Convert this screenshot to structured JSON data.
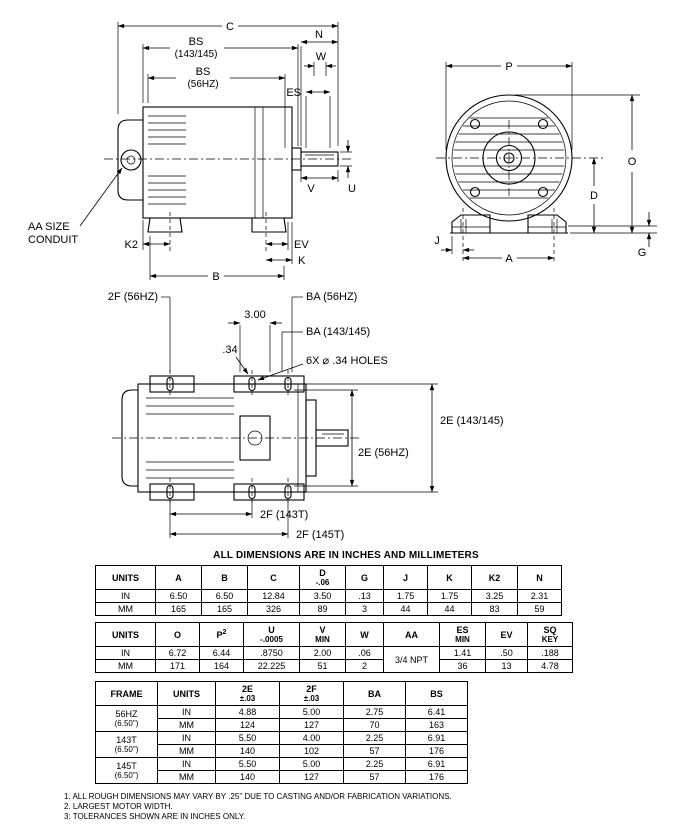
{
  "title": "ALL DIMENSIONS ARE IN INCHES AND MILLIMETERS",
  "drawing": {
    "side": {
      "c": "C",
      "bs1a": "BS",
      "bs1b": "(143/145)",
      "bs2a": "BS",
      "bs2b": "(56HZ)",
      "n": "N",
      "w": "W",
      "es": "ES",
      "v": "V",
      "u": "U",
      "aa1": "AA SIZE",
      "aa2": "CONDUIT",
      "k2": "K2",
      "ev": "EV",
      "k": "K",
      "b": "B"
    },
    "front": {
      "p": "P",
      "o": "O",
      "d": "D",
      "j": "J",
      "a": "A",
      "g": "G"
    },
    "bottom": {
      "f56": "2F (56HZ)",
      "ba56": "BA (56HZ)",
      "dim300": "3.00",
      "ba143": "BA (143/145)",
      "dim34": ".34",
      "holes": "6X ⌀ .34 HOLES",
      "e143": "2E (143/145)",
      "e56": "2E (56HZ)",
      "f143": "2F (143T)",
      "f145": "2F (145T)"
    }
  },
  "t1": {
    "headers": {
      "units": "UNITS",
      "a": "A",
      "b": "B",
      "c": "C",
      "d1": "D",
      "d2": "-.06",
      "g": "G",
      "j": "J",
      "k": "K",
      "k2": "K2",
      "n": "N"
    },
    "rows": [
      [
        "IN",
        "6.50",
        "6.50",
        "12.84",
        "3.50",
        ".13",
        "1.75",
        "1.75",
        "3.25",
        "2.31"
      ],
      [
        "MM",
        "165",
        "165",
        "326",
        "89",
        "3",
        "44",
        "44",
        "83",
        "59"
      ]
    ]
  },
  "t2": {
    "headers": {
      "units": "UNITS",
      "o": "O",
      "p": "P",
      "psup": "2",
      "u1": "U",
      "u2": "-.0005",
      "v1": "V",
      "v2": "MIN",
      "w": "W",
      "aa": "AA",
      "es1": "ES",
      "es2": "MIN",
      "ev": "EV",
      "sq1": "SQ",
      "sq2": "KEY"
    },
    "aa_value": "3/4 NPT",
    "rows": [
      [
        "IN",
        "6.72",
        "6.44",
        ".8750",
        "2.00",
        ".06",
        "1.41",
        ".50",
        ".188"
      ],
      [
        "MM",
        "171",
        "164",
        "22.225",
        "51",
        "2",
        "36",
        "13",
        "4.78"
      ]
    ]
  },
  "t3": {
    "headers": {
      "frame": "FRAME",
      "units": "UNITS",
      "e1": "2E",
      "e2": "±.03",
      "f1": "2F",
      "f2": "±.03",
      "ba": "BA",
      "bs": "BS"
    },
    "groups": [
      {
        "name": "56HZ",
        "size": "(6.50\")",
        "rows": [
          [
            "IN",
            "4.88",
            "5.00",
            "2.75",
            "6.41"
          ],
          [
            "MM",
            "124",
            "127",
            "70",
            "163"
          ]
        ]
      },
      {
        "name": "143T",
        "size": "(6.50\")",
        "rows": [
          [
            "IN",
            "5.50",
            "4.00",
            "2.25",
            "6.91"
          ],
          [
            "MM",
            "140",
            "102",
            "57",
            "176"
          ]
        ]
      },
      {
        "name": "145T",
        "size": "(6.50\")",
        "rows": [
          [
            "IN",
            "5.50",
            "5.00",
            "2.25",
            "6.91"
          ],
          [
            "MM",
            "140",
            "127",
            "57",
            "176"
          ]
        ]
      }
    ]
  },
  "notes": [
    "1. ALL ROUGH DIMENSIONS MAY VARY BY .25\" DUE TO CASTING AND/OR FABRICATION VARIATIONS.",
    "2. LARGEST MOTOR WIDTH.",
    "3: TOLERANCES SHOWN ARE IN INCHES ONLY."
  ]
}
